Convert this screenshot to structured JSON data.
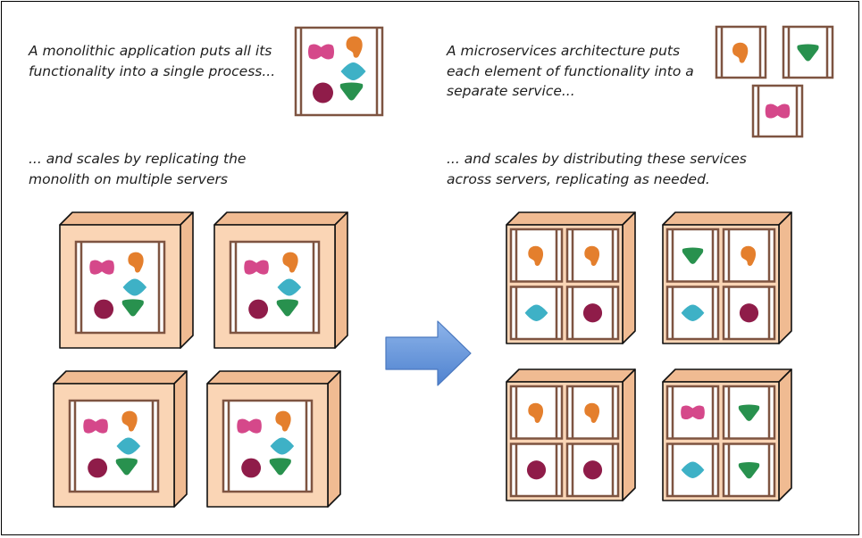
{
  "captions": {
    "monolith_intro": [
      "A monolithic application puts all its",
      "functionality into a single process..."
    ],
    "monolith_scale": [
      "... and scales by replicating the",
      "monolith on multiple servers"
    ],
    "micro_intro": [
      "A microservices architecture puts",
      "each element of functionality into a",
      "separate service..."
    ],
    "micro_scale": [
      "... and scales by distributing these services",
      "across servers, replicating as needed."
    ]
  },
  "colors": {
    "pink": "#d5488a",
    "orange": "#e47f2d",
    "teal": "#3eb1c6",
    "maroon": "#8f1c49",
    "green": "#28914e",
    "frame": "#7e5441",
    "server_face": "#fad5b5",
    "server_side": "#f0bb92",
    "arrow": "#5b8fd8"
  },
  "icons": {
    "pink": "bowtie-blob-icon",
    "orange": "blob-icon",
    "teal": "diamond-icon",
    "maroon": "circle-icon",
    "green": "triangle-icon"
  },
  "monolith_servers": [
    {
      "components": [
        "pink",
        "orange",
        "teal",
        "maroon",
        "green"
      ]
    },
    {
      "components": [
        "pink",
        "orange",
        "teal",
        "maroon",
        "green"
      ]
    },
    {
      "components": [
        "pink",
        "orange",
        "teal",
        "maroon",
        "green"
      ]
    },
    {
      "components": [
        "pink",
        "orange",
        "teal",
        "maroon",
        "green"
      ]
    }
  ],
  "micro_services": [
    "orange",
    "green",
    "pink"
  ],
  "micro_servers": [
    {
      "cells": [
        "orange",
        "orange",
        "teal",
        "maroon"
      ]
    },
    {
      "cells": [
        "green",
        "orange",
        "teal",
        "maroon"
      ]
    },
    {
      "cells": [
        "orange",
        "orange",
        "maroon",
        "maroon"
      ]
    },
    {
      "cells": [
        "pink",
        "green",
        "teal",
        "green"
      ]
    }
  ]
}
